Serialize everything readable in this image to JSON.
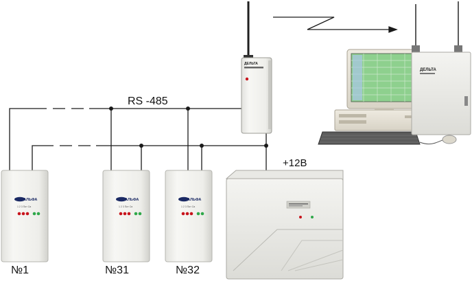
{
  "labels": {
    "bus": "RS -485",
    "power": "+12В",
    "device_1": "№1",
    "device_31": "№31",
    "device_32": "№32"
  },
  "device_text": {
    "panel_brand": "АЛЬФА",
    "panel_led_labels": "1 2 3  Пит Св",
    "relay_brand": "ДЕЛЬТА",
    "base_brand": "ДЕЛЬТА"
  },
  "colors": {
    "wire": "#1a1a1a",
    "panel_body": "#f1f1ee",
    "led_red": "#c8141c",
    "led_green": "#2fa84a",
    "monitor_screen_green": "#8ed08e"
  },
  "icons": [
    "antenna-icon",
    "radio-link-arrow-icon",
    "computer-icon",
    "power-supply-icon"
  ]
}
